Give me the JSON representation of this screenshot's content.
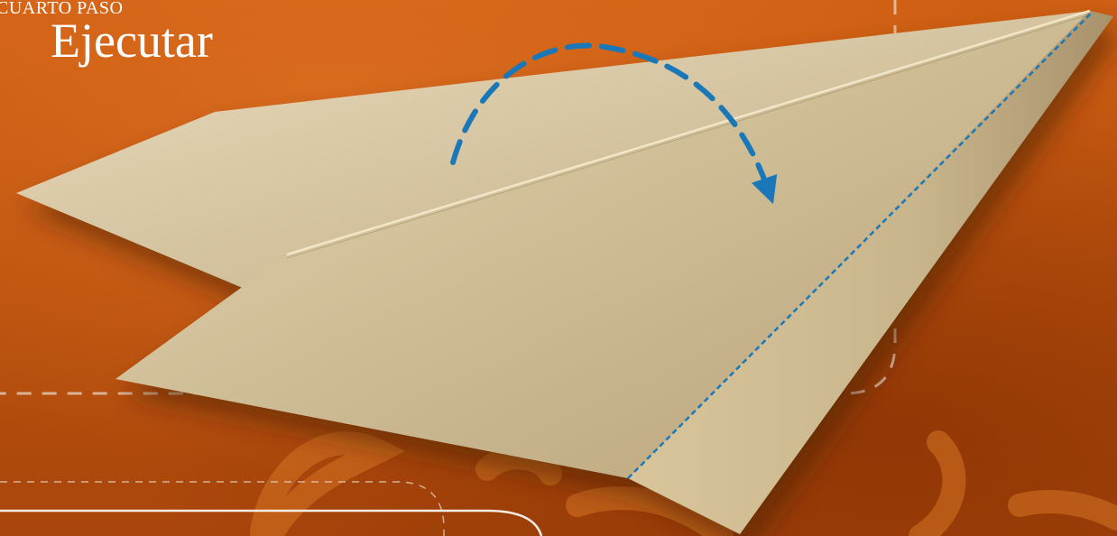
{
  "header": {
    "step_label": "Cuarto Paso",
    "title": "Ejecutar"
  },
  "colors": {
    "background": "#c2540f",
    "paper": "#d9c7a0",
    "paper_shadow": "#b8a177",
    "fold_line": "#1b78b8",
    "guide_line": "#e6d6c2"
  },
  "icons": {
    "fold_arrow": "curved-dashed-arrow-icon",
    "paper_airplane": "paper-airplane-illustration"
  }
}
